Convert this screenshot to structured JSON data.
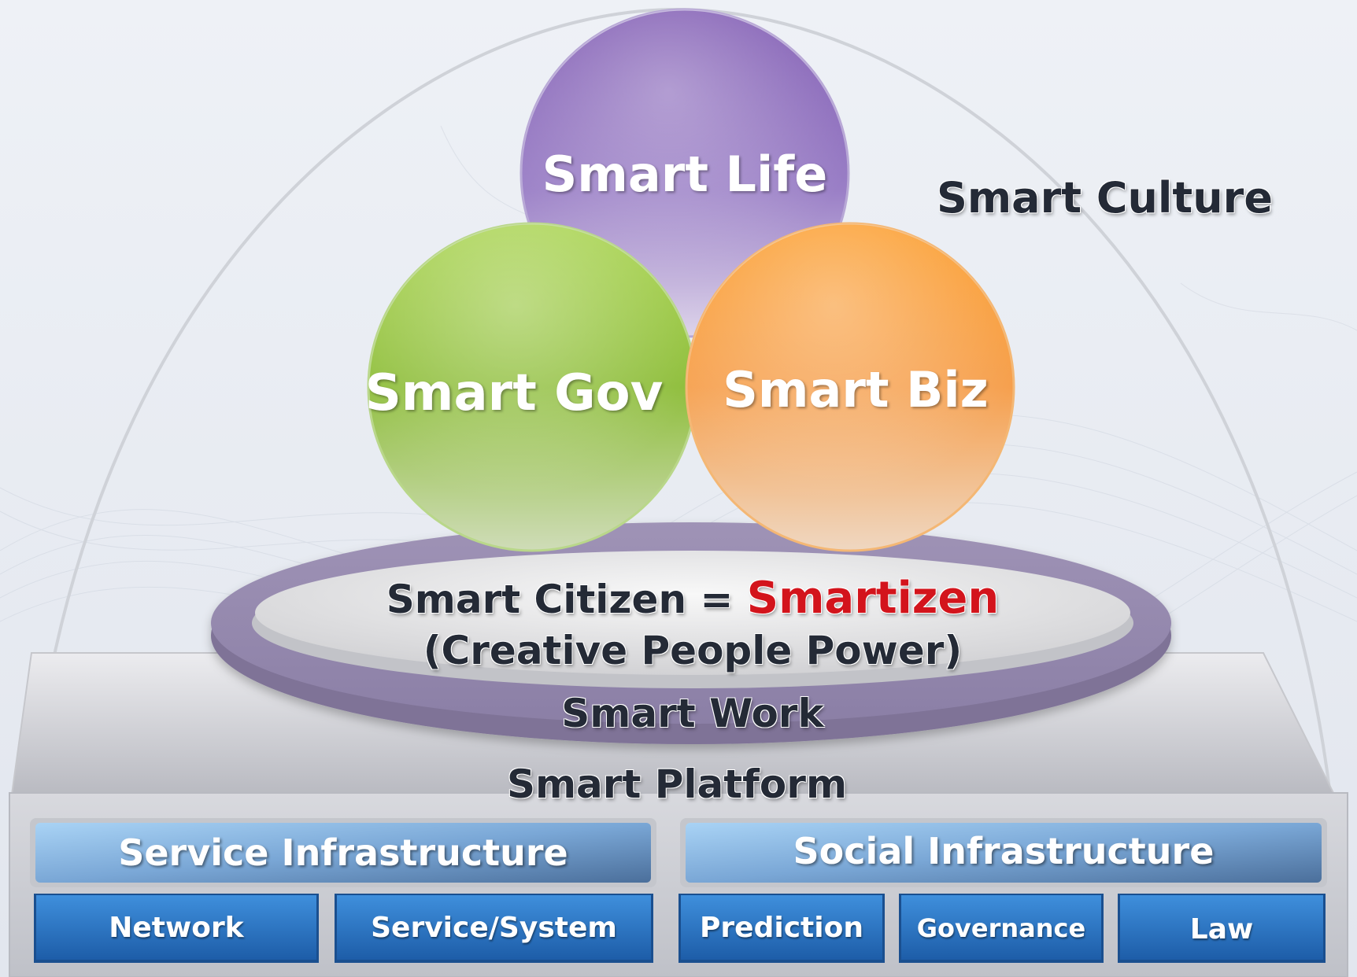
{
  "culture": {
    "label": "Smart Culture"
  },
  "circles": {
    "life": {
      "label": "Smart Life",
      "color": "#8a6bbd"
    },
    "gov": {
      "label": "Smart Gov",
      "color": "#9fcc3b"
    },
    "biz": {
      "label": "Smart Biz",
      "color": "#f7932a"
    }
  },
  "citizen": {
    "prefix": "Smart  Citizen = ",
    "highlight": "Smartizen",
    "subtitle": "(Creative People Power)",
    "highlight_color": "#d3141c"
  },
  "work": {
    "label": "Smart  Work"
  },
  "platform": {
    "label": "Smart  Platform"
  },
  "infrastructure": {
    "service": {
      "label": "Service Infrastructure",
      "items": [
        "Network",
        "Service/System"
      ]
    },
    "social": {
      "label": "Social Infrastructure",
      "items": [
        "Prediction",
        "Governance",
        "Law"
      ]
    }
  }
}
